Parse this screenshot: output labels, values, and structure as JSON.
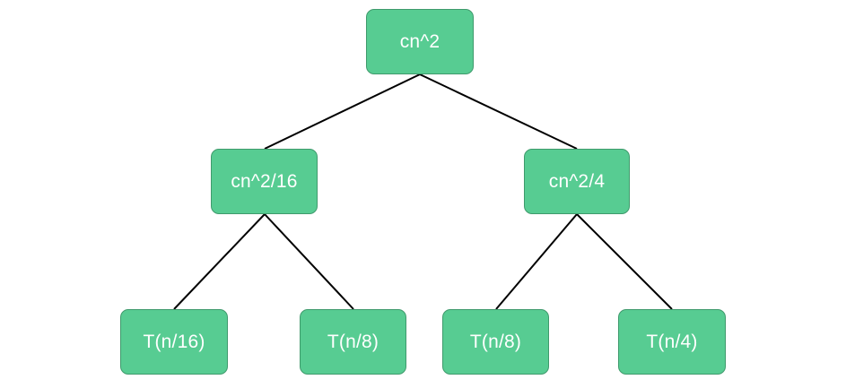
{
  "tree": {
    "root": {
      "label": "cn^2"
    },
    "level1": [
      {
        "label": "cn^2/16"
      },
      {
        "label": "cn^2/4"
      }
    ],
    "level2": [
      {
        "label": "T(n/16)"
      },
      {
        "label": "T(n/8)"
      },
      {
        "label": "T(n/8)"
      },
      {
        "label": "T(n/4)"
      }
    ],
    "colors": {
      "node_fill": "#57cc92",
      "node_border": "#3f9a6c",
      "node_text": "#ffffff",
      "edge": "#000000"
    }
  }
}
